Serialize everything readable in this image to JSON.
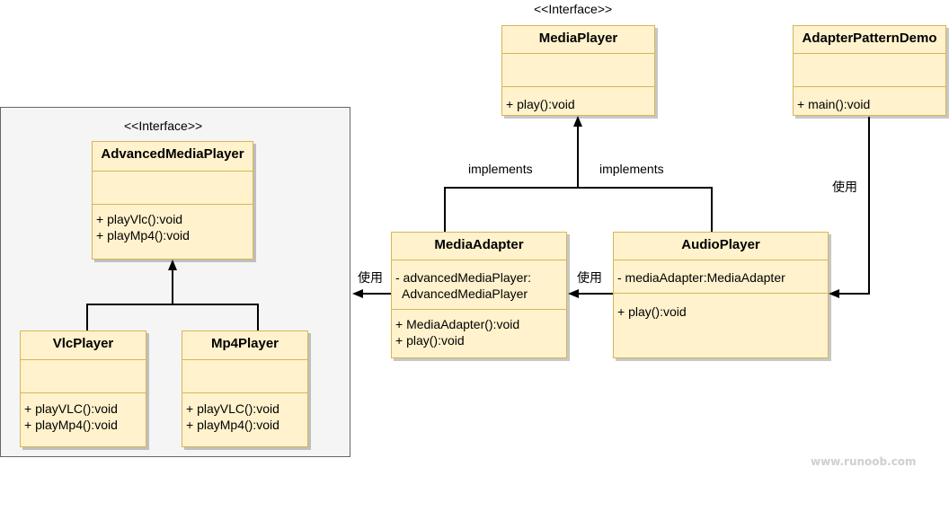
{
  "stereotype_interface": "<<Interface>>",
  "classes": {
    "media_player": {
      "name": "MediaPlayer",
      "attributes": "",
      "methods": "+ play():void"
    },
    "adapter_pattern_demo": {
      "name": "AdapterPatternDemo",
      "attributes": "",
      "methods": "+ main():void"
    },
    "advanced_media_player": {
      "name": "AdvancedMediaPlayer",
      "attributes": "",
      "methods": "+ playVlc():void\n+ playMp4():void"
    },
    "vlc_player": {
      "name": "VlcPlayer",
      "attributes": "",
      "methods": "+ playVLC():void\n+ playMp4():void"
    },
    "mp4_player": {
      "name": "Mp4Player",
      "attributes": "",
      "methods": "+ playVLC():void\n+ playMp4():void"
    },
    "media_adapter": {
      "name": "MediaAdapter",
      "attributes": "- advancedMediaPlayer:\n  AdvancedMediaPlayer",
      "methods": "+ MediaAdapter():void\n+ play():void"
    },
    "audio_player": {
      "name": "AudioPlayer",
      "attributes": "- mediaAdapter:MediaAdapter",
      "methods": "+ play():void"
    }
  },
  "edge_labels": {
    "implements_left": "implements",
    "implements_right": "implements",
    "uses_demo": "使用",
    "uses_audio": "使用",
    "uses_adapter": "使用"
  },
  "watermark": "www.runoob.com"
}
